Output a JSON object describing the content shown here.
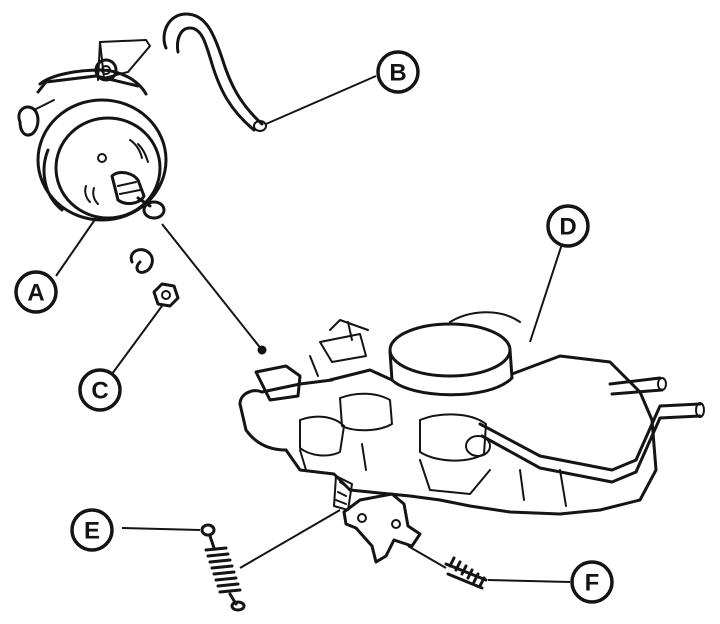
{
  "callouts": {
    "a": "A",
    "b": "B",
    "c": "C",
    "d": "D",
    "e": "E",
    "f": "F"
  },
  "colors": {
    "ink": "#141414",
    "background": "#ffffff"
  }
}
